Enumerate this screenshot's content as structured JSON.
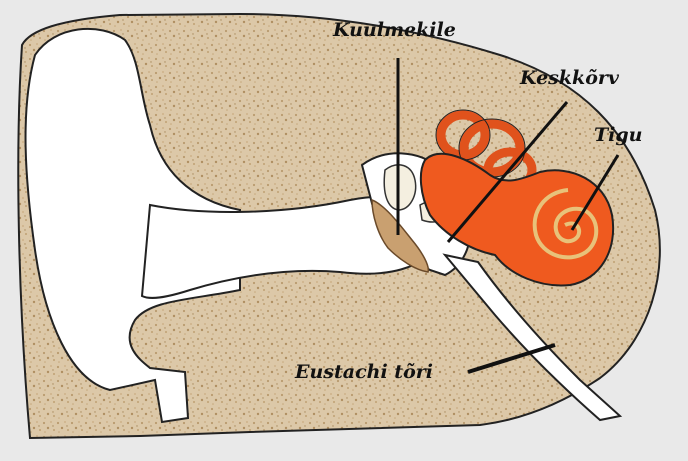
{
  "labels": {
    "kuulmekile": "Kuulmekile",
    "keskkorv": "Keskkõrv",
    "tigu": "Tigu",
    "eustachi": "Eustachi tõri"
  },
  "colors": {
    "background": "#e9e9e9",
    "tissue": "#dcc8a8",
    "tissue_dots": "#b89a6e",
    "canal": "#ffffff",
    "inner_ear": "#ef5a1f",
    "eardrum": "#c9a070",
    "outline": "#111111"
  }
}
